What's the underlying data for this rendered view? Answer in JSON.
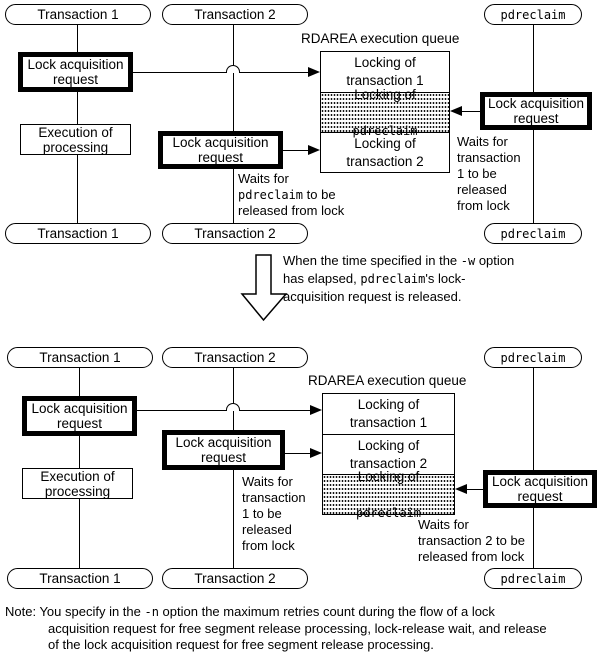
{
  "colors": {
    "line": "#000000",
    "background": "#ffffff"
  },
  "top_diagram": {
    "transaction1_top": "Transaction 1",
    "transaction1_lock": "Lock acquisition\nrequest",
    "execution": "Execution of\nprocessing",
    "transaction1_bottom": "Transaction 1",
    "transaction2_top": "Transaction 2",
    "transaction2_lock": "Lock acquisition\nrequest",
    "transaction2_wait": [
      {
        "t": "Waits for\n"
      },
      {
        "t": "pdreclaim",
        "m": true
      },
      {
        "t": " to be\nreleased from lock"
      }
    ],
    "transaction2_bottom": "Transaction 2",
    "queue_title": "RDAREA execution queue",
    "queue_cells": {
      "cell1": "Locking of\ntransaction 1",
      "cell2": [
        {
          "t": "Locking of\n"
        },
        {
          "t": "pdreclaim",
          "m": true
        }
      ],
      "cell3": "Locking of\ntransaction 2"
    },
    "pdreclaim_top": "pdreclaim",
    "pdreclaim_lock": "Lock acquisition\nrequest",
    "pdreclaim_wait": "Waits for\ntransaction\n1 to be\nreleased\nfrom lock",
    "pdreclaim_bottom": "pdreclaim"
  },
  "transition": {
    "text": [
      {
        "t": "When the time specified in the "
      },
      {
        "t": "-w",
        "m": true
      },
      {
        "t": " option\nhas elapsed, "
      },
      {
        "t": "pdreclaim",
        "m": true
      },
      {
        "t": "'s lock-\nacquisition request is released."
      }
    ]
  },
  "bottom_diagram": {
    "transaction1_top": "Transaction 1",
    "transaction1_lock": "Lock acquisition\nrequest",
    "execution": "Execution of\nprocessing",
    "transaction1_bottom": "Transaction 1",
    "transaction2_top": "Transaction 2",
    "transaction2_lock": "Lock acquisition\nrequest",
    "transaction2_wait": "Waits for\ntransaction\n1 to be\nreleased\nfrom lock",
    "transaction2_bottom": "Transaction 2",
    "queue_title": "RDAREA execution queue",
    "queue_cells": {
      "cell1": "Locking of\ntransaction 1",
      "cell2": "Locking of\ntransaction 2",
      "cell3": [
        {
          "t": "Locking of\n"
        },
        {
          "t": "pdreclaim",
          "m": true
        }
      ]
    },
    "pdreclaim_top": "pdreclaim",
    "pdreclaim_lock": "Lock acquisition\nrequest",
    "pdreclaim_wait": "Waits for\ntransaction 2 to be\nreleased from lock",
    "pdreclaim_bottom": "pdreclaim"
  },
  "note": [
    {
      "t": "Note: You specify in the "
    },
    {
      "t": "-n",
      "m": true
    },
    {
      "t": " option the maximum retries count during the flow of a lock\nacquisition request for free segment release processing, lock-release wait, and release\nof the lock acquisition request for free segment release processing."
    }
  ]
}
